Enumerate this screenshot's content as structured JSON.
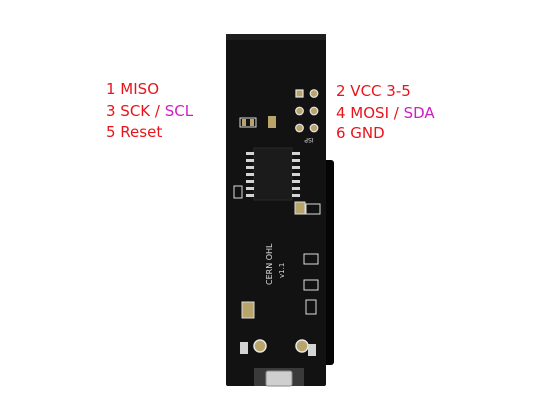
{
  "colors": {
    "label_red": "#e8141b",
    "label_pink": "#d21bc8",
    "pcb": "#121212",
    "silkscreen": "#dcdcdc",
    "pad": "#b9a46a"
  },
  "pin_labels": {
    "left": [
      {
        "text": "1 MISO"
      },
      {
        "parts": [
          "3 SCK",
          " / ",
          "SCL"
        ]
      },
      {
        "text": "5 Reset"
      }
    ],
    "right": [
      {
        "text": "2 VCC 3-5"
      },
      {
        "parts": [
          "4 MOSI",
          " / ",
          "SDA"
        ]
      },
      {
        "text": "6 GND"
      }
    ]
  },
  "board": {
    "header_label": "ISP",
    "version_text": "CERN OHL",
    "rev_text": "v1.1"
  }
}
